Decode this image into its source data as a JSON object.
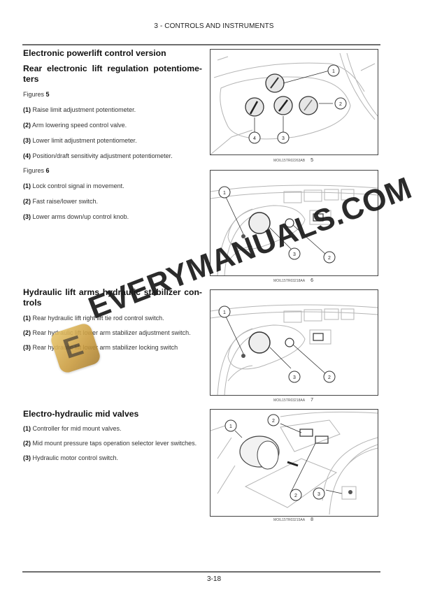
{
  "header": {
    "title": "3 - CONTROLS AND INSTRUMENTS"
  },
  "footer": {
    "page_number": "3-18"
  },
  "sections": {
    "powerlift": {
      "title": "Electronic powerlift control version",
      "subtitle": "Rear electronic lift regulation potentiome-ters",
      "fig5_ref": {
        "label": "Figures",
        "num": "5"
      },
      "fig5_items": [
        {
          "num": "(1)",
          "text": "Raise limit adjustment potentiometer."
        },
        {
          "num": "(2)",
          "text": "Arm lowering speed control valve."
        },
        {
          "num": "(3)",
          "text": "Lower limit adjustment potentiometer."
        },
        {
          "num": "(4)",
          "text": "Position/draft sensitivity adjustment potentiometer."
        }
      ],
      "fig6_ref": {
        "label": "Figures",
        "num": "6"
      },
      "fig6_items": [
        {
          "num": "(1)",
          "text": "Lock control signal in movement."
        },
        {
          "num": "(2)",
          "text": "Fast raise/lower switch."
        },
        {
          "num": "(3)",
          "text": "Lower arms down/up control knob."
        }
      ]
    },
    "stabilizer": {
      "title": "Hydraulic lift arms hydraulic stabilizer con-trols",
      "items": [
        {
          "num": "(1)",
          "text": "Rear hydraulic lift right lift tie rod control switch."
        },
        {
          "num": "(2)",
          "text": "Rear hydraulic lift lower arm stabilizer adjustment switch."
        },
        {
          "num": "(3)",
          "text": "Rear hydraulic lift lower arm stabilizer locking switch"
        }
      ]
    },
    "mid_valves": {
      "title": "Electro-hydraulic mid valves",
      "items": [
        {
          "num": "(1)",
          "text": "Controller for mid mount valves."
        },
        {
          "num": "(2)",
          "text": "Mid mount pressure taps operation selector lever switches."
        },
        {
          "num": "(3)",
          "text": "Hydraulic motor control switch."
        }
      ]
    }
  },
  "figures": [
    {
      "id_code": "MOIL15TR02263AB",
      "number": "5",
      "callouts": [
        "1",
        "2",
        "3",
        "4"
      ]
    },
    {
      "id_code": "MOIL15TR03218AA",
      "number": "6",
      "callouts": [
        "1",
        "2",
        "3"
      ]
    },
    {
      "id_code": "MOIL15TR03218AA",
      "number": "7",
      "callouts": [
        "1",
        "2",
        "3"
      ]
    },
    {
      "id_code": "MOIL15TR03215AA",
      "number": "8",
      "callouts": [
        "1",
        "2",
        "2",
        "3"
      ]
    }
  ],
  "watermark": {
    "text": "EVERYMANUALS.COM",
    "logo_letter": "E",
    "logo_color": "#d4aa4e"
  }
}
